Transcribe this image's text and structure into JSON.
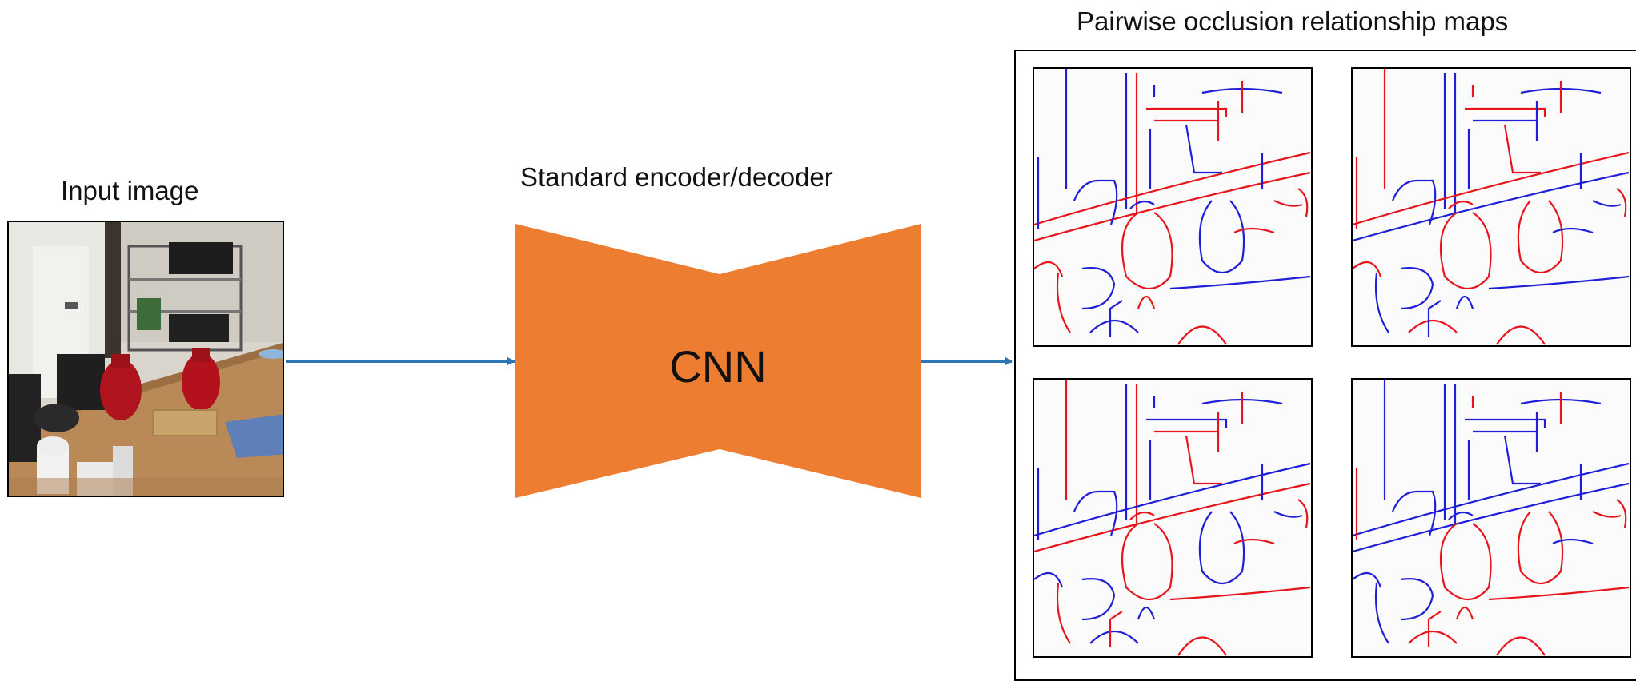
{
  "input": {
    "label": "Input image"
  },
  "network": {
    "caption": "Standard encoder/decoder",
    "name": "CNN",
    "color": "#ED7D31"
  },
  "output": {
    "label": "Pairwise occlusion relationship maps",
    "map_count": 4
  },
  "colors": {
    "arrow": "#2E75B6",
    "edge_a": "#E8141B",
    "edge_b": "#1F1FD9"
  }
}
